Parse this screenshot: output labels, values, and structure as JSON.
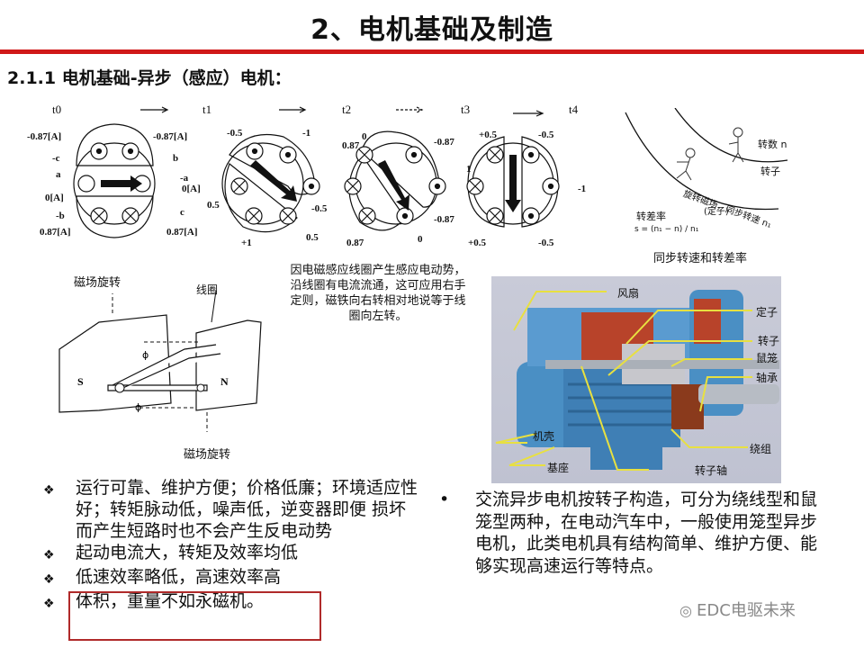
{
  "header": {
    "title": "2、电机基础及制造",
    "subtitle": "2.1.1 电机基础-异步（感应）电机："
  },
  "field_diagram": {
    "time_labels": [
      "t0",
      "t1",
      "t2",
      "t3",
      "t4"
    ],
    "t0": {
      "currents": [
        "-0.87[A]",
        "-0.87[A]",
        "0[A]",
        "0[A]",
        "0.87[A]",
        "0.87[A]"
      ],
      "phases": [
        "-c",
        "b",
        "a",
        "-a",
        "-b",
        "c"
      ]
    },
    "t1": {
      "values": [
        "-0.5",
        "-1",
        "0.5",
        "-0.5",
        "+1",
        "0.5"
      ]
    },
    "t2": {
      "values": [
        "0",
        "0.87",
        "-0.87",
        "-0.87",
        "0.87",
        "0"
      ]
    },
    "t3": {
      "values": [
        "+0.5",
        "-0.5",
        "1",
        "-1",
        "+0.5",
        "-0.5"
      ]
    }
  },
  "slip_diagram": {
    "labels": {
      "rotor_speed": "转数 n",
      "rotor": "转子",
      "rotating_field": "旋转磁场，同步转速 n₁",
      "stator": "(定子)",
      "slip": "转差率",
      "formula": "s = (n₁ − n) / n₁"
    },
    "caption": "同步转速和转差率"
  },
  "magnet_diagram": {
    "top_label": "磁场旋转",
    "coil_label": "线圈",
    "bottom_label": "磁场旋转",
    "pole_s": "S",
    "pole_n": "N",
    "flux": "ϕ"
  },
  "note": "因电磁感应线圈产生感应电动势，沿线圈有电流流通，这可应用右手定则，磁铁向右转相对地说等于线圈向左转。",
  "motor_photo": {
    "labels": [
      "风扇",
      "定子",
      "转子",
      "鼠笼",
      "轴承",
      "机壳",
      "绕组",
      "基座",
      "转子轴"
    ]
  },
  "left_bullets": [
    "运行可靠、维护方便；价格低廉；环境适应性好；转矩脉动低，噪声低，逆变器即便 损坏而产生短路时也不会产生反电动势",
    "起动电流大，转矩及效率均低",
    "低速效率略低，高速效率高",
    "体积，重量不如永磁机。"
  ],
  "right_bullets": [
    "交流异步电机按转子构造，可分为绕线型和鼠笼型两种，在电动汽车中，一般使用笼型异步电机，此类电机具有结构简单、维护方便、能够实现高速运行等特点。"
  ],
  "bullet_marks": {
    "left": "❖",
    "right": "•"
  },
  "watermark": "EDC电驱未来",
  "colors": {
    "accent_red": "#d01818",
    "box_red": "#b02a2a",
    "pointer_yellow": "#e8e040",
    "motor_blue": "#4a8fc4",
    "motor_red": "#b8432a"
  }
}
